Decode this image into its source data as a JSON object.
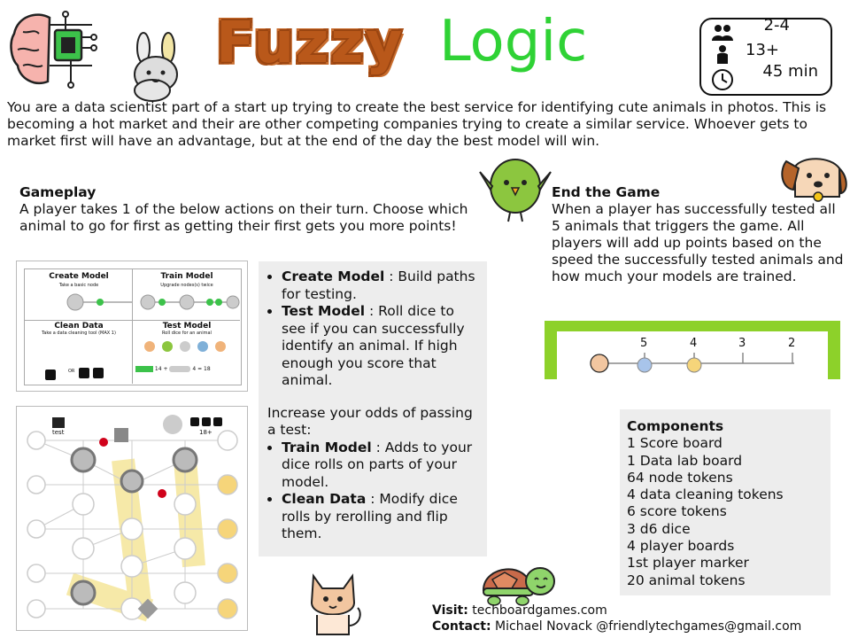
{
  "header": {
    "title_part1": "Fuzzy",
    "title_part2": "Logic",
    "players": "2-4",
    "age": "13+",
    "time": "45 min",
    "players_icon": "people-icon",
    "age_icon": "person-icon",
    "time_icon": "clock-icon"
  },
  "intro": "You are a data scientist part of a start up trying to create the best service for identifying cute animals in photos. This is becoming a hot market and their are other competing companies trying to create a similar service. Whoever gets to market first will have an advantage, but at the end of the day the best model will win.",
  "gameplay": {
    "heading": "Gameplay",
    "text": "A player takes 1 of the below actions on their turn. Choose which animal to go for first as getting their first gets you more points!"
  },
  "end_game": {
    "heading": "End the Game",
    "text": "When a player has successfully tested all 5 animals that triggers the game. All players will add up points based on the speed the successfully tested animals and how much your models are trained."
  },
  "actions": {
    "items_top": [
      {
        "name": "Create Model",
        "desc": " : Build paths for testing."
      },
      {
        "name": "Test Model",
        "desc": " : Roll dice to see if you can successfully identify an animal. If high enough you score that animal."
      }
    ],
    "odds_text": "Increase your odds of passing a test:",
    "items_bottom": [
      {
        "name": "Train Model",
        "desc": " : Adds to your dice rolls on parts of your model."
      },
      {
        "name": "Clean Data",
        "desc": " : Modify dice rolls by rerolling and flip them."
      }
    ]
  },
  "board1": {
    "create_title": "Create Model",
    "create_sub": "Take a basic node",
    "train_title": "Train Model",
    "train_sub": "Upgrade nodes(s) twice",
    "clean_title": "Clean Data",
    "clean_sub": "Take a data cleaning tool (MAX 1)",
    "clean_or": "OR",
    "test_title": "Test Model",
    "test_sub": "Roll dice for an animal",
    "test_formula_a": "14 +",
    "test_formula_b": "4",
    "test_formula_c": "= 18"
  },
  "board2": {
    "test_label": "test",
    "target_label": "18+"
  },
  "scoreboard": {
    "points": [
      "5",
      "4",
      "3",
      "2"
    ]
  },
  "components": {
    "heading": "Components",
    "items": [
      "1 Score board",
      "1 Data lab board",
      "64 node tokens",
      "4 data cleaning tokens",
      "6 score tokens",
      "3 d6 dice",
      "4 player boards",
      "1st player marker",
      "20 animal tokens"
    ]
  },
  "contact": {
    "visit_label": "Visit:",
    "visit_value": " techboardgames.com",
    "contact_label": "Contact:",
    "contact_value": " Michael Novack @friendlytechgames@gmail.com"
  },
  "colors": {
    "fuzzy": "#b9581a",
    "logic": "#2fd235",
    "box_gray": "#ededed",
    "green_frame": "#8dd12a"
  }
}
